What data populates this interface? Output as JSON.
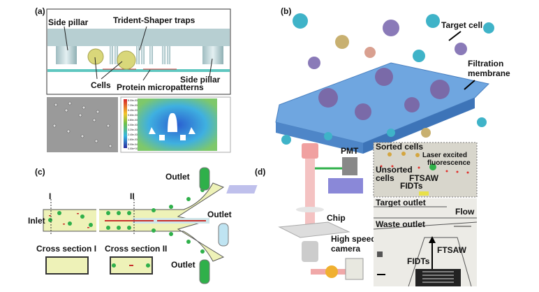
{
  "panels": {
    "a": {
      "label": "(a)",
      "side_pillar_left": "Side pillar",
      "traps": "Trident-Shaper traps",
      "cells": "Cells",
      "micropatterns": "Protein micropatterns",
      "side_pillar_right": "Side pillar",
      "colorbar_ticks": [
        "8.00e-03",
        "7.20e-03",
        "6.40e-03",
        "5.60e-03",
        "4.80e-03",
        "4.00e-03",
        "3.20e-03",
        "2.40e-03",
        "1.60e-03",
        "8.00e-04",
        "0.00e+00"
      ]
    },
    "b": {
      "label": "(b)",
      "target_cell": "Target cell",
      "filtration_1": "Filtration",
      "filtration_2": "membrane"
    },
    "c": {
      "label": "(c)",
      "inlet": "Inlet",
      "section_I": "I",
      "section_II": "II",
      "outlet_top": "Outlet",
      "outlet_mid": "Outlet",
      "outlet_bottom": "Outlet",
      "cross_I": "Cross section I",
      "cross_II": "Cross section II"
    },
    "d": {
      "label": "(d)",
      "pmt": "PMT",
      "chip": "Chip",
      "camera_1": "High speed",
      "camera_2": "camera",
      "sorted": "Sorted cells",
      "laser_1": "Laser excited",
      "laser_2": "fluorescence",
      "unsorted_1": "Unsorted",
      "unsorted_2": "cells",
      "ftsaw_top": "FTSAW",
      "fidts_top": "FIDTs",
      "target_outlet": "Target outlet",
      "flow": "Flow",
      "waste_outlet": "Waste outlet",
      "ftsaw_bottom": "FTSAW",
      "fidts_bottom": "FIDTs"
    }
  },
  "colors": {
    "pillar": "#b7cfd2",
    "channel": "#5fc7c0",
    "cell_yellow": "#d9d77a",
    "membrane": "#6fa6e0",
    "fluid": "#eef2b8",
    "green_cell": "#2fb04a",
    "red_cell": "#c8302c"
  }
}
